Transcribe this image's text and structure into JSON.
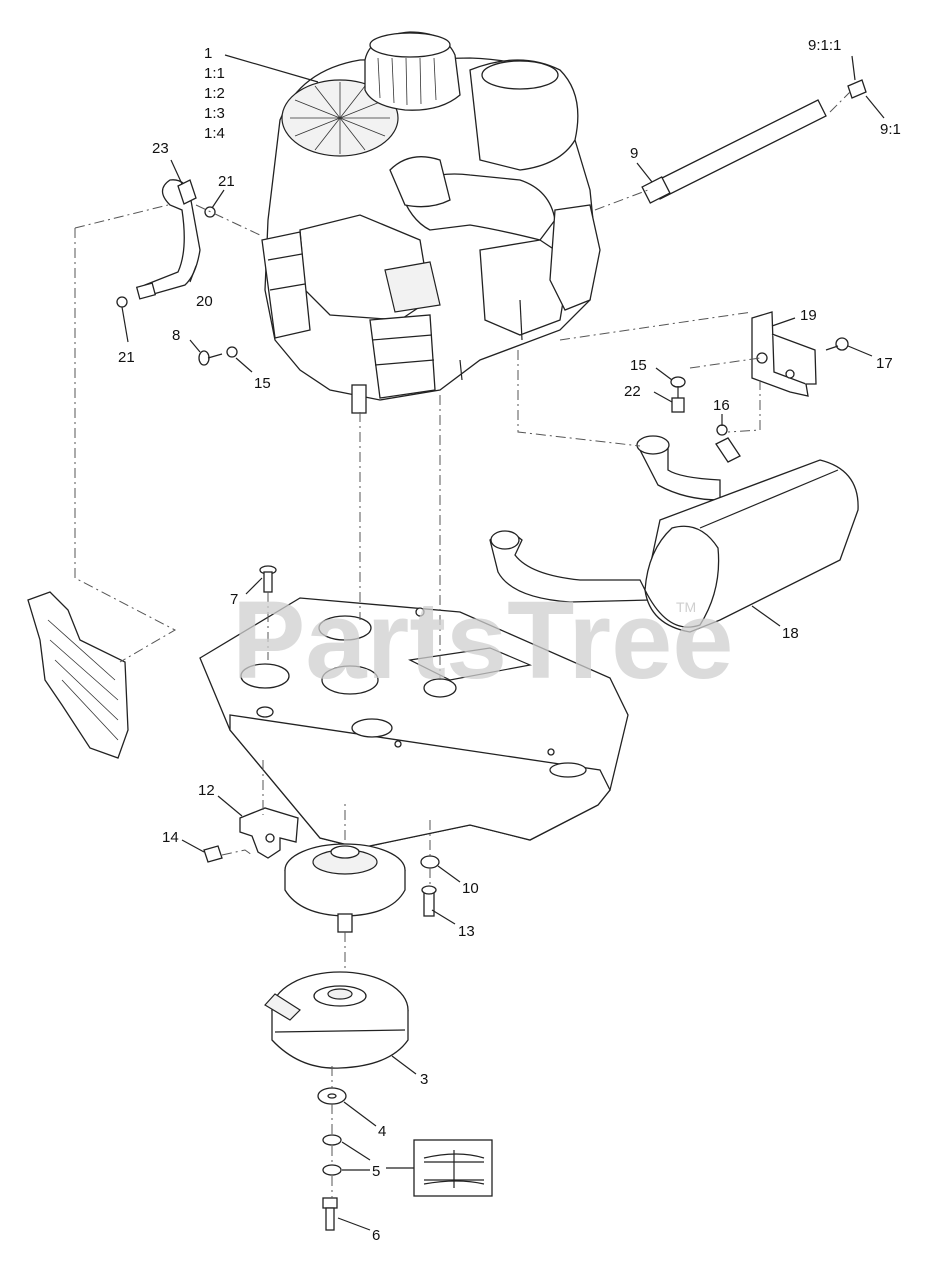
{
  "watermark": {
    "brand": "PartsTree",
    "trademark": "TM"
  },
  "callouts": {
    "c1": "1",
    "c1_1": "1:1",
    "c1_2": "1:2",
    "c1_3": "1:3",
    "c1_4": "1:4",
    "c9_1_1": "9:1:1",
    "c9_1": "9:1",
    "c9": "9",
    "c23": "23",
    "c21a": "21",
    "c21b": "21",
    "c20": "20",
    "c8": "8",
    "c15a": "15",
    "c15b": "15",
    "c19": "19",
    "c17": "17",
    "c22": "22",
    "c16": "16",
    "c18": "18",
    "c7": "7",
    "c12": "12",
    "c14": "14",
    "c10": "10",
    "c13": "13",
    "c3": "3",
    "c4": "4",
    "c5": "5",
    "c6": "6"
  }
}
